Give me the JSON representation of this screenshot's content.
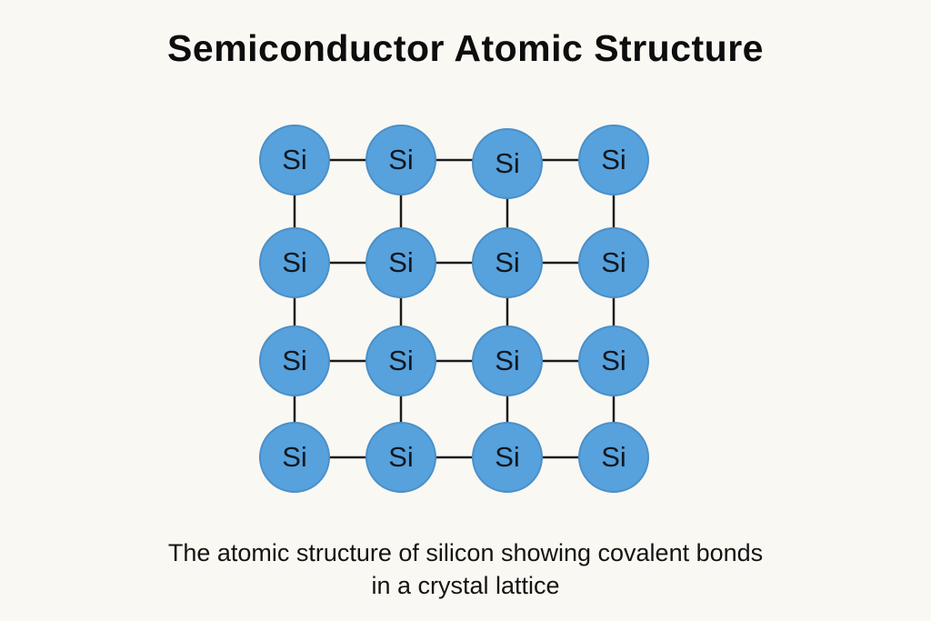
{
  "title": "Semiconductor Atomic Structure",
  "caption": {
    "line1": "The atomic structure of silicon showing covalent bonds",
    "line2": "in a crystal lattice"
  },
  "lattice": {
    "element": "Si",
    "rows": 4,
    "cols": 4,
    "bond_type": "covalent",
    "atoms": [
      "Si",
      "Si",
      "Si",
      "Si",
      "Si",
      "Si",
      "Si",
      "Si",
      "Si",
      "Si",
      "Si",
      "Si",
      "Si",
      "Si",
      "Si",
      "Si"
    ]
  },
  "colors": {
    "background": "#faf8f3",
    "atom_fill": "#57a1dc",
    "atom_border": "#4a90c8",
    "atom_text": "#101820",
    "bond": "#1c1c1c",
    "title_text": "#0d0d0d",
    "caption_text": "#141414"
  }
}
